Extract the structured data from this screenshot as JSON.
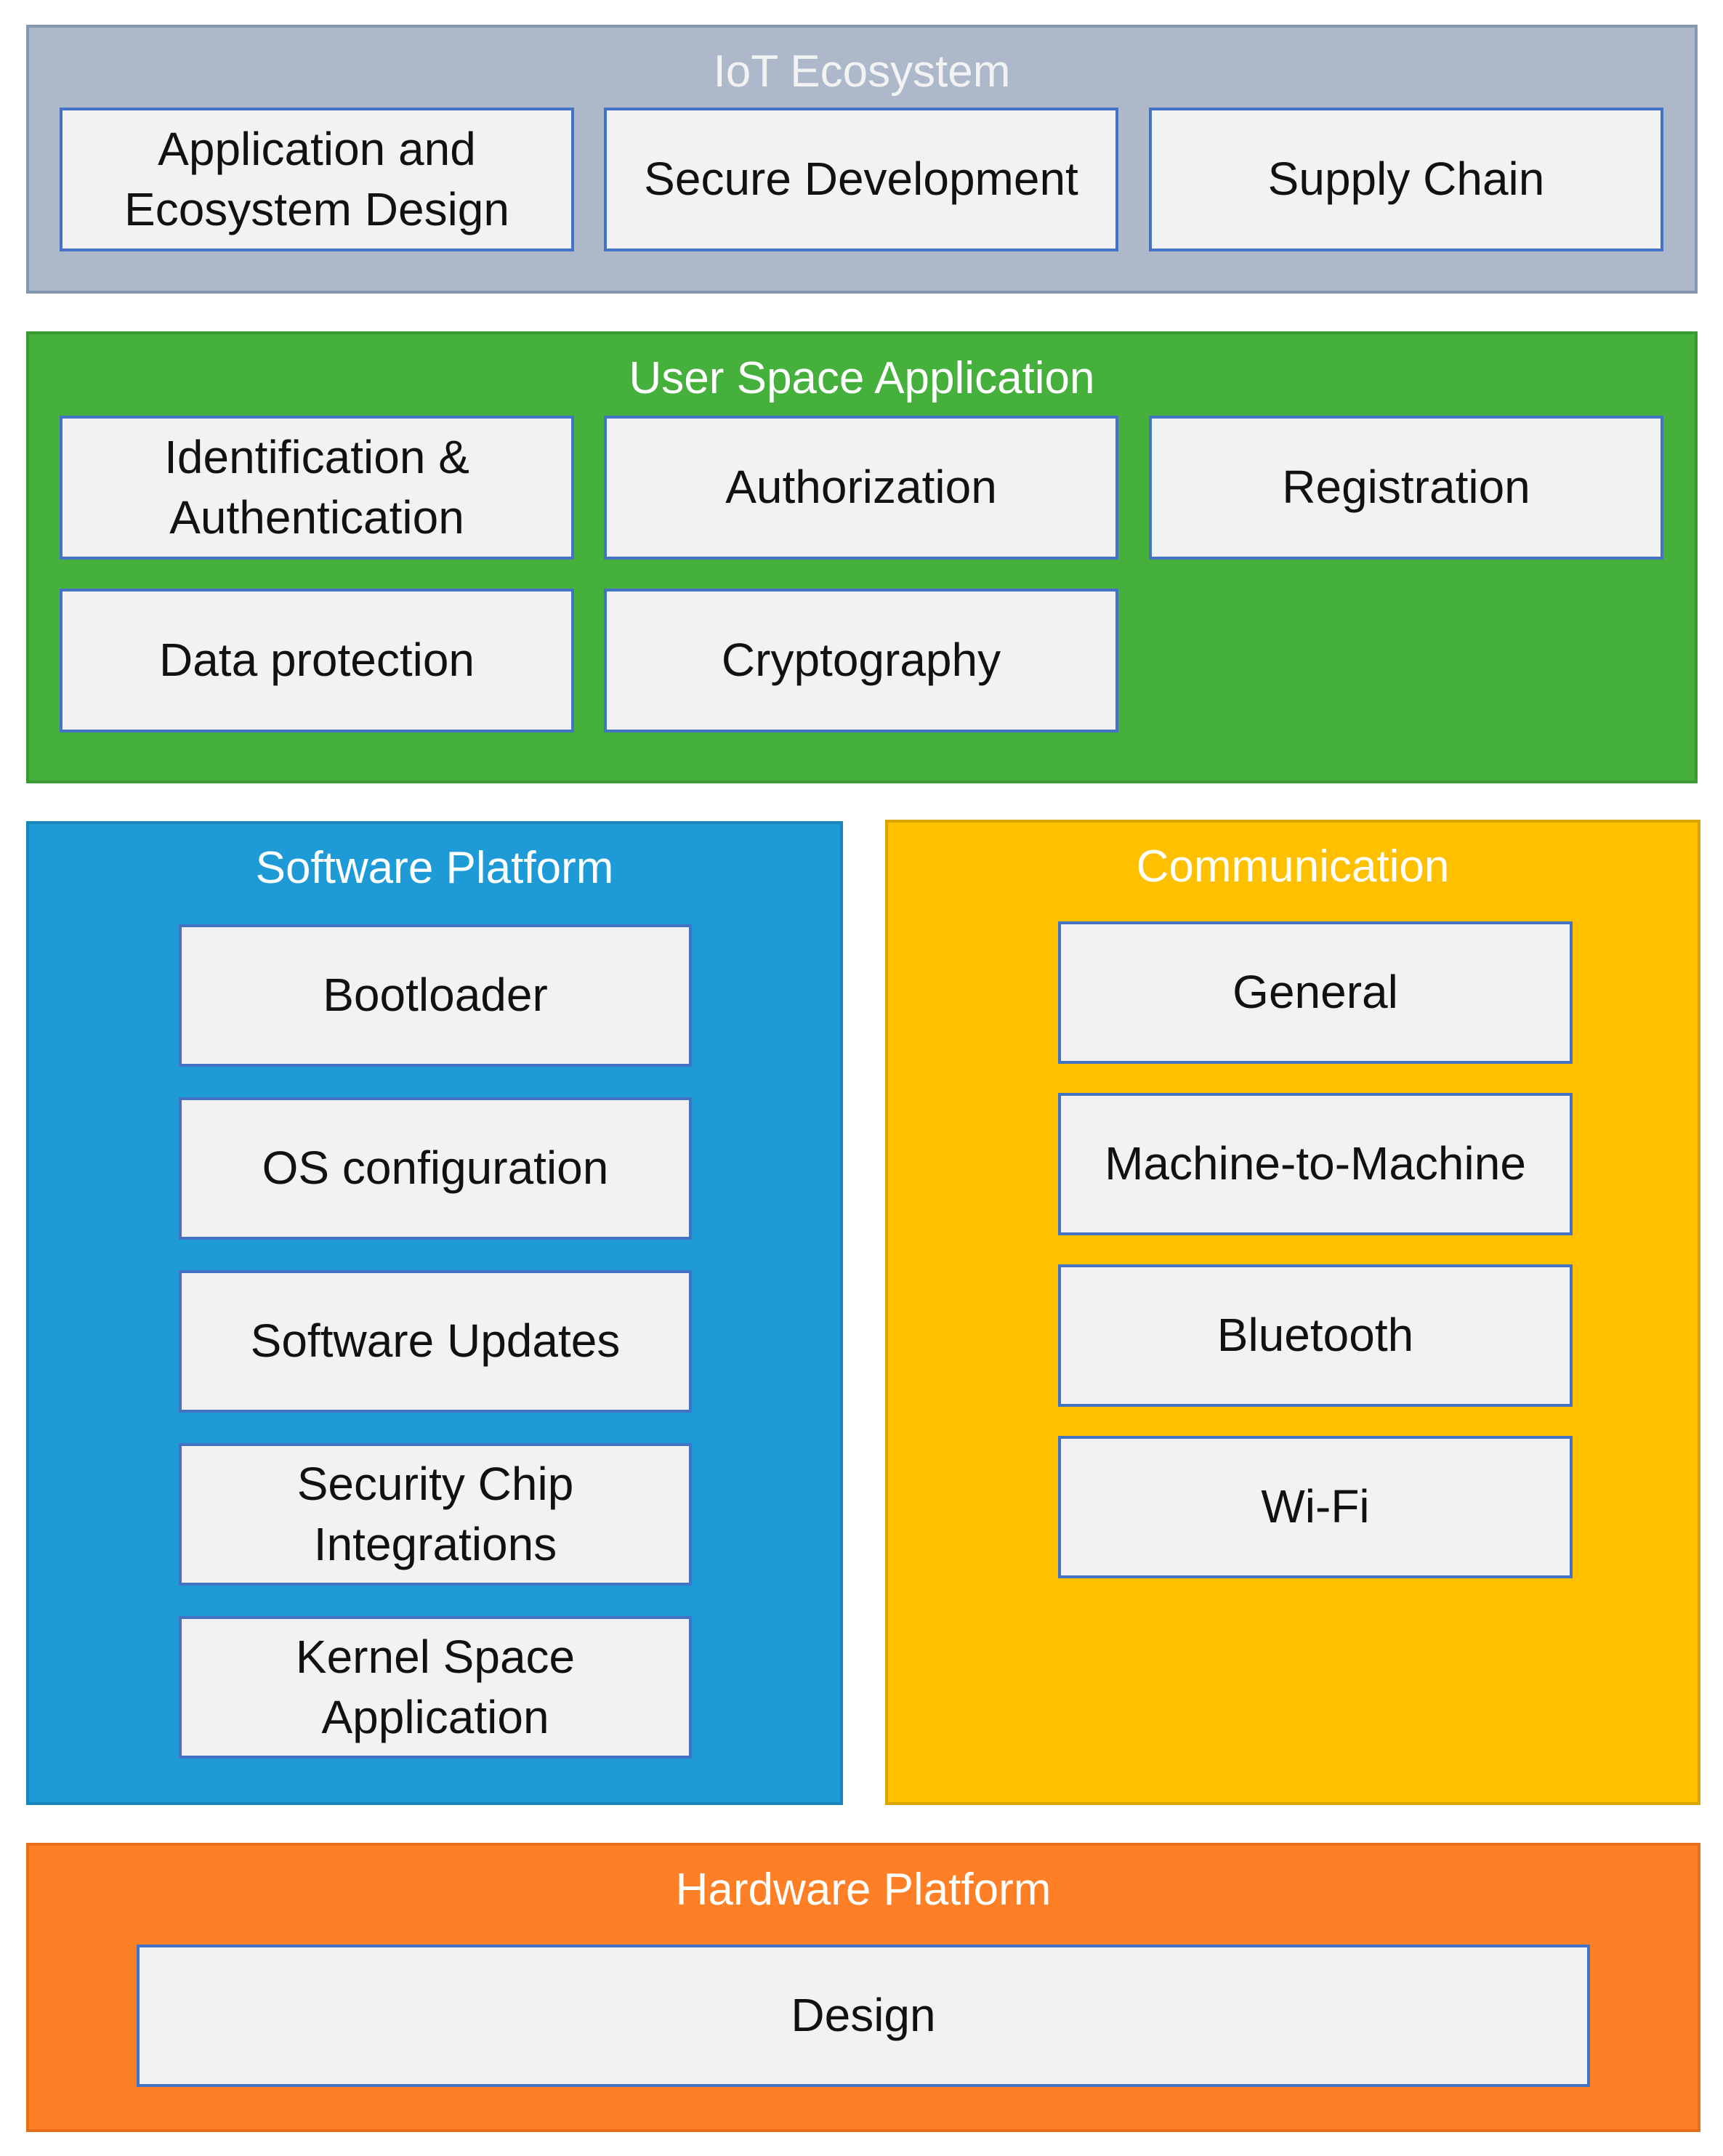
{
  "iot_ecosystem": {
    "title": "IoT Ecosystem",
    "items": [
      "Application and\nEcosystem Design",
      "Secure Development",
      "Supply Chain"
    ]
  },
  "user_space_application": {
    "title": "User Space Application",
    "items": [
      "Identification &\nAuthentication",
      "Authorization",
      "Registration",
      "Data protection",
      "Cryptography"
    ]
  },
  "software_platform": {
    "title": "Software Platform",
    "items": [
      "Bootloader",
      "OS configuration",
      "Software Updates",
      "Security Chip\nIntegrations",
      "Kernel Space\nApplication"
    ]
  },
  "communication": {
    "title": "Communication",
    "items": [
      "General",
      "Machine-to-Machine",
      "Bluetooth",
      "Wi-Fi"
    ]
  },
  "hardware_platform": {
    "title": "Hardware Platform",
    "items": [
      "Design"
    ]
  },
  "colors": {
    "iot_ecosystem": "#adb9ca",
    "user_space_application": "#46b03c",
    "software_platform": "#1e9ad6",
    "communication": "#ffc000",
    "hardware_platform": "#fe7f26",
    "box_fill": "#f2f2f2",
    "box_border": "#4472c4"
  }
}
